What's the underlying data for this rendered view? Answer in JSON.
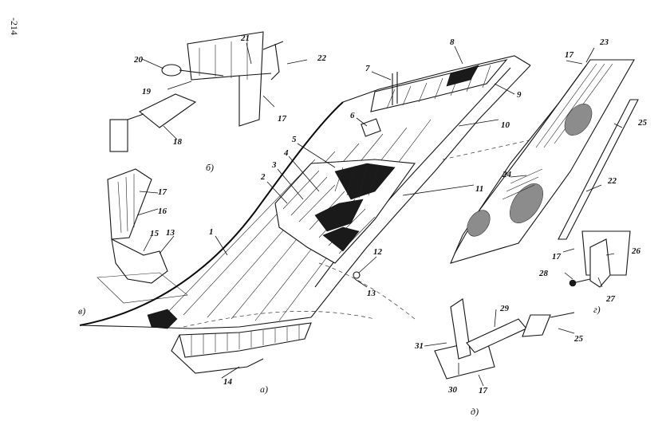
{
  "page_number": "-214",
  "view_labels": {
    "a": "а)",
    "b": "б)",
    "v": "в)",
    "g": "г)",
    "d": "д)"
  },
  "callouts": {
    "c1": "1",
    "c2": "2",
    "c3": "3",
    "c4": "4",
    "c5": "5",
    "c6": "6",
    "c7": "7",
    "c8": "8",
    "c9": "9",
    "c10": "10",
    "c11": "11",
    "c12": "12",
    "c13a": "13",
    "c13b": "13",
    "c14": "14",
    "c15": "15",
    "c16": "16",
    "c17a": "17",
    "c17b": "17",
    "c17c": "17",
    "c17d": "17",
    "c17e": "17",
    "c18": "18",
    "c19": "19",
    "c20": "20",
    "c21": "21",
    "c22a": "22",
    "c22b": "22",
    "c23": "23",
    "c24": "24",
    "c25a": "25",
    "c25b": "25",
    "c26": "26",
    "c27": "27",
    "c28": "28",
    "c29": "29",
    "c30": "30",
    "c31": "31"
  }
}
